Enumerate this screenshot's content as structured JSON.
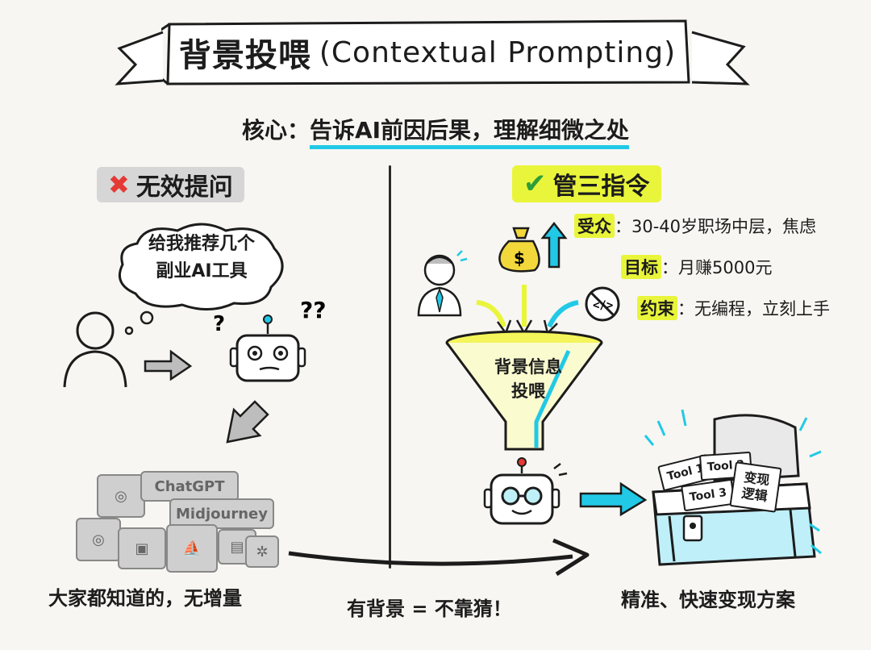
{
  "title": {
    "main": "背景投喂",
    "latin": "(Contextual Prompting)"
  },
  "subtitle": {
    "prefix": "核心：",
    "highlight": "告诉AI前因后果，理解细微之处"
  },
  "left": {
    "header": "无效提问",
    "header_icon": "cross-icon",
    "speech": {
      "line1": "给我推荐几个",
      "line2": "副业AI工具"
    },
    "question_marks": "??",
    "question_mark_single": "?",
    "apps": [
      "ChatGPT",
      "Midjourney"
    ],
    "caption": "大家都知道的，无增量"
  },
  "right": {
    "header": "管三指令",
    "header_icon": "check-icon",
    "rows": [
      {
        "tag": "受众",
        "text": "：30-40岁职场中层，焦虑"
      },
      {
        "tag": "目标",
        "text": "：月赚5000元"
      },
      {
        "tag": "约束",
        "text": "：无编程，立刻上手"
      }
    ],
    "funnel": {
      "line1": "背景信息",
      "line2": "投喂"
    },
    "money_symbol": "$",
    "code_symbol": "</>",
    "chest_items": [
      "Tool 1",
      "Tool 2",
      "Tool 3"
    ],
    "scroll": {
      "line1": "变现",
      "line2": "逻辑"
    },
    "caption": "精准、快速变现方案"
  },
  "middle_caption": "有背景 = 不靠猜！",
  "colors": {
    "accent_cyan": "#21c9e6",
    "highlight_yellow": "#e9f53a",
    "cross_red": "#e53935",
    "check_green": "#2e9d3a"
  }
}
